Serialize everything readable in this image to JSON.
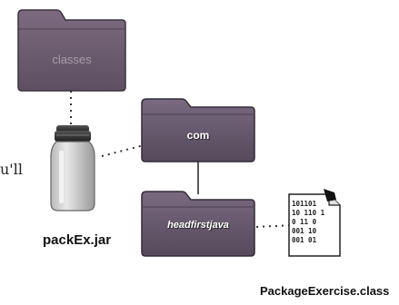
{
  "diagram": {
    "folders": {
      "root": {
        "label": "classes",
        "color": "#6e5e72"
      },
      "com": {
        "label": "com",
        "color": "#6e5e72"
      },
      "headfirst": {
        "label": "headfirstjava",
        "color": "#6e5e72"
      }
    },
    "jar": {
      "caption": "packEx.jar"
    },
    "class_file": {
      "caption": "PackageExercise.class",
      "bits": [
        "101101",
        "10 110 1",
        "0 11 0",
        "001 10",
        "001 01"
      ]
    },
    "edge_text": "u'll"
  }
}
